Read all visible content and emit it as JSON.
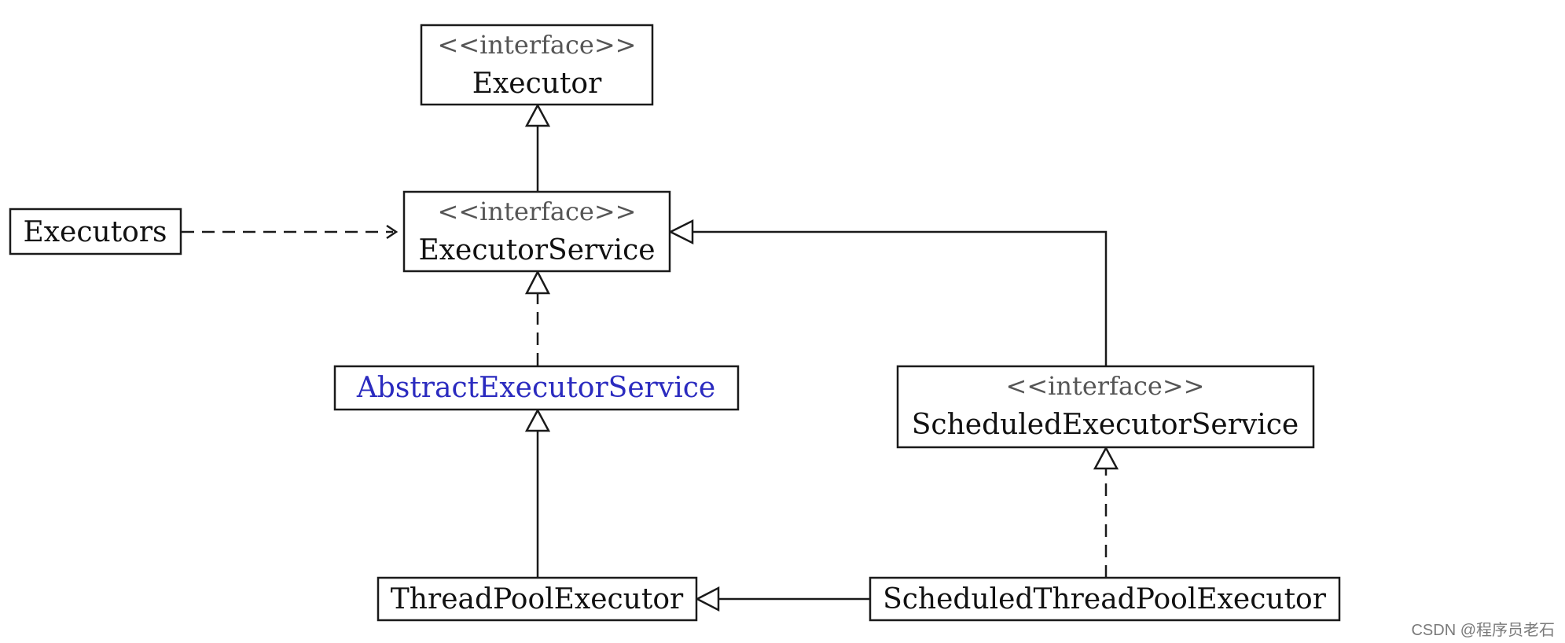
{
  "diagram": {
    "stereotype": "<<interface>>",
    "classes": {
      "executor": {
        "stereotype": "<<interface>>",
        "name": "Executor"
      },
      "executors": {
        "name": "Executors"
      },
      "executor_service": {
        "stereotype": "<<interface>>",
        "name": "ExecutorService"
      },
      "abstract_executor_service": {
        "name": "AbstractExecutorService",
        "color": "#2b2bbf"
      },
      "scheduled_executor_service": {
        "stereotype": "<<interface>>",
        "name": "ScheduledExecutorService"
      },
      "thread_pool_executor": {
        "name": "ThreadPoolExecutor"
      },
      "scheduled_thread_pool_executor": {
        "name": "ScheduledThreadPoolExecutor"
      }
    },
    "relations": [
      {
        "from": "ExecutorService",
        "to": "Executor",
        "kind": "extends"
      },
      {
        "from": "Executors",
        "to": "ExecutorService",
        "kind": "dependency"
      },
      {
        "from": "AbstractExecutorService",
        "to": "ExecutorService",
        "kind": "implements"
      },
      {
        "from": "ScheduledExecutorService",
        "to": "ExecutorService",
        "kind": "extends"
      },
      {
        "from": "ThreadPoolExecutor",
        "to": "AbstractExecutorService",
        "kind": "extends"
      },
      {
        "from": "ScheduledThreadPoolExecutor",
        "to": "ScheduledExecutorService",
        "kind": "implements"
      },
      {
        "from": "ScheduledThreadPoolExecutor",
        "to": "ThreadPoolExecutor",
        "kind": "extends"
      }
    ]
  },
  "watermark": "CSDN @程序员老石"
}
